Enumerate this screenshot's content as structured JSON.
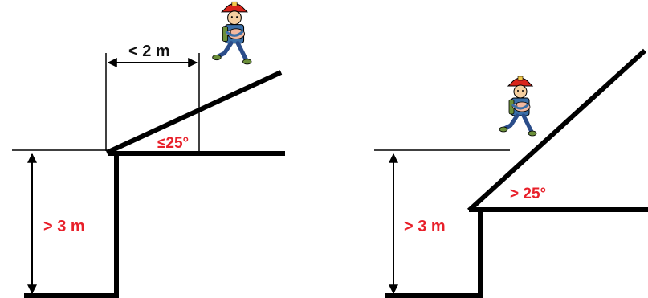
{
  "left_panel": {
    "height_label": "> 3 m",
    "width_label": "< 2 m",
    "angle_label": "≤25°"
  },
  "right_panel": {
    "height_label": "> 3 m",
    "angle_label": "> 25°"
  },
  "colors": {
    "structure": "#000000",
    "label_red": "#e8202a",
    "label_black": "#111111"
  },
  "figure_icon": "firefighter-carrying-pig-icon"
}
